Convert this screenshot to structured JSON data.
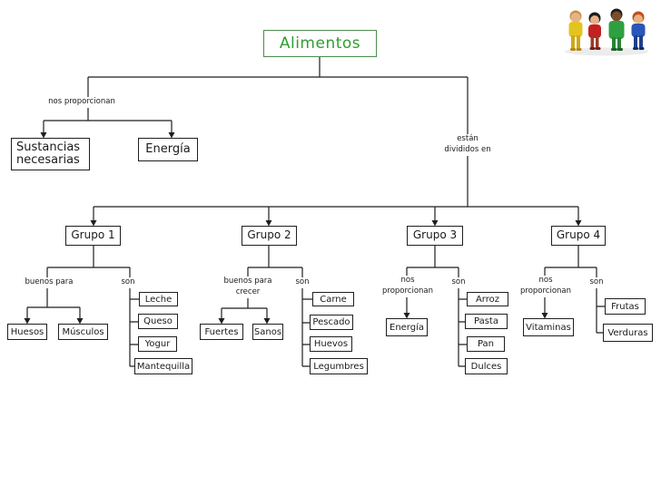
{
  "title": "Alimentos",
  "colors": {
    "title_text": "#2f9e2f",
    "title_border": "#4e8a4e",
    "line": "#1f1f1f",
    "background": "#ffffff"
  },
  "root": {
    "left_branch_label": "nos proporcionan",
    "right_branch_label": "están divididos en",
    "substances_box": "Sustancias necesarias",
    "energy_box": "Energía"
  },
  "groups": [
    {
      "name": "Grupo 1",
      "attr_label": "buenos para",
      "attr_items": [
        "Huesos",
        "Músculos"
      ],
      "son_label": "son",
      "son_items": [
        "Leche",
        "Queso",
        "Yogur",
        "Mantequilla"
      ]
    },
    {
      "name": "Grupo 2",
      "attr_label": "buenos para crecer",
      "attr_items": [
        "Fuertes",
        "Sanos"
      ],
      "son_label": "son",
      "son_items": [
        "Carne",
        "Pescado",
        "Huevos",
        "Legumbres"
      ]
    },
    {
      "name": "Grupo 3",
      "attr_label": "nos proporcionan",
      "attr_items": [
        "Energía"
      ],
      "son_label": "son",
      "son_items": [
        "Arroz",
        "Pasta",
        "Pan",
        "Dulces"
      ]
    },
    {
      "name": "Grupo 4",
      "attr_label": "nos proporcionan",
      "attr_items": [
        "Vitaminas"
      ],
      "son_label": "son",
      "son_items": [
        "Frutas",
        "Verduras"
      ]
    }
  ],
  "clipart": {
    "name": "family-dolls"
  }
}
